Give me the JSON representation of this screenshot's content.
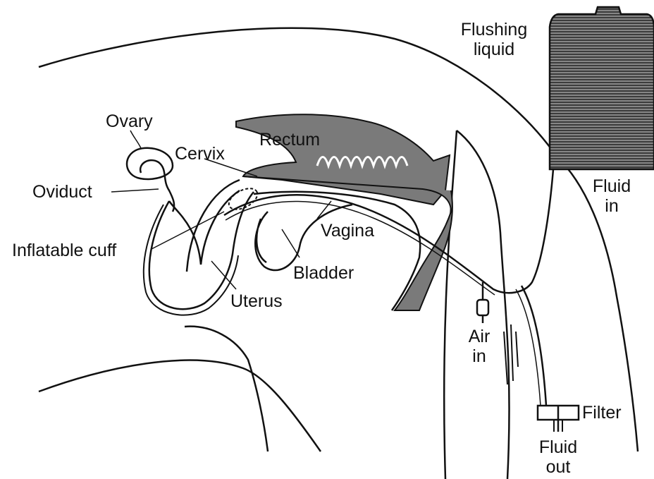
{
  "labels": {
    "flushing_liquid": [
      "Flushing",
      "liquid"
    ],
    "ovary": "Ovary",
    "cervix": "Cervix",
    "rectum": "Rectum",
    "oviduct": "Oviduct",
    "inflatable_cuff": "Inflatable cuff",
    "vagina": "Vagina",
    "bladder": "Bladder",
    "uterus": "Uterus",
    "fluid_in": [
      "Fluid",
      "in"
    ],
    "air_in": [
      "Air",
      "in"
    ],
    "filter": "Filter",
    "fluid_out": [
      "Fluid",
      "out"
    ]
  },
  "colors": {
    "ink": "#111111",
    "tissue_fill": "#7a7a7a",
    "tank_fill": "#3c3c3c",
    "background": "#ffffff"
  }
}
